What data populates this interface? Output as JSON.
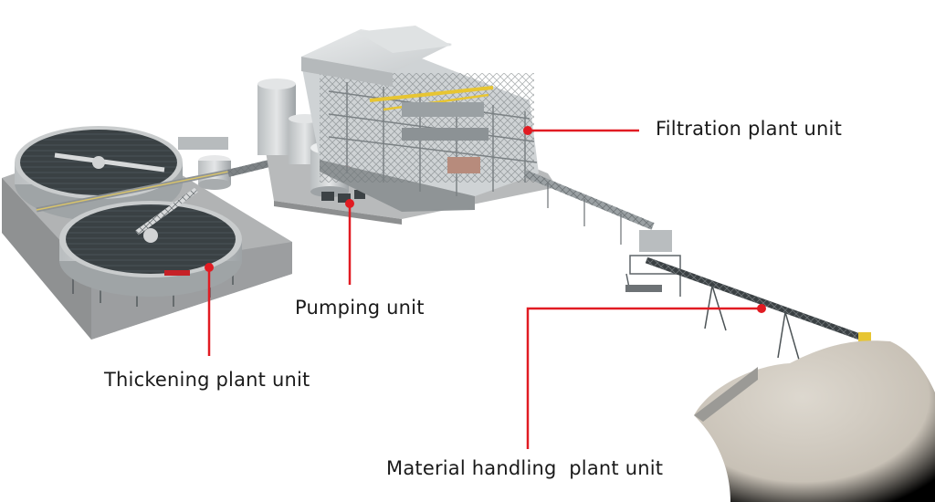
{
  "callouts": {
    "filtration": "Filtration plant unit",
    "pumping": "Pumping unit",
    "thickening": "Thickening plant unit",
    "material_handling": "Material handling  plant unit"
  },
  "colors": {
    "callout_line": "#e11b22",
    "label_text": "#1a1a1a",
    "ground_slab": "#a9aaab",
    "steel": "#8e9396",
    "tank_fill": "#2c3133",
    "stockpile": "#cdc7bd",
    "walkway_yellow": "#e7c532"
  }
}
